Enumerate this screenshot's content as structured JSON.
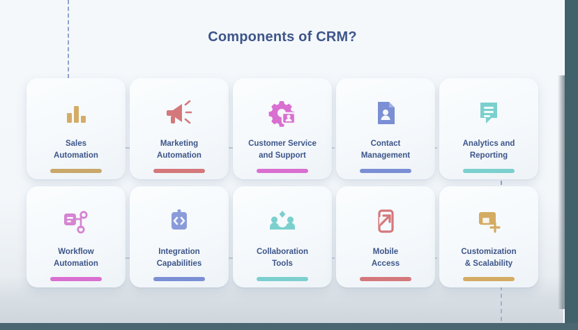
{
  "page": {
    "title": "Components of CRM?",
    "background_color": "#f4f8fb",
    "title_color": "#3d5589",
    "right_strip_color": "#41616b",
    "bottom_bar_color": "#4a6671",
    "connector_color": "#8d9ecd"
  },
  "cards": [
    {
      "id": "sales-automation",
      "label": "Sales\nAutomation",
      "icon": "bar-chart-icon",
      "color": "#c9a86a",
      "accent_color": "#c9a86a"
    },
    {
      "id": "marketing-automation",
      "label": "Marketing\nAutomation",
      "icon": "megaphone-icon",
      "color": "#d4787c",
      "accent_color": "#d4787c"
    },
    {
      "id": "customer-service-and-support",
      "label": "Customer Service\nand Support",
      "icon": "gear-contact-icon",
      "color": "#d96fd0",
      "accent_color": "#d96fd0"
    },
    {
      "id": "contact-management",
      "label": "Contact\nManagement",
      "icon": "contact-card-icon",
      "color": "#7b8fd4",
      "accent_color": "#7b8fd4"
    },
    {
      "id": "analytics-and-reporting",
      "label": "Analytics and\nReporting",
      "icon": "report-document-icon",
      "color": "#7bd0ce",
      "accent_color": "#7bd0ce"
    },
    {
      "id": "workflow-automation",
      "label": "Workflow\nAutomation",
      "icon": "workflow-icon",
      "color": "#d96fd0",
      "accent_color": "#d96fd0"
    },
    {
      "id": "integration-capabilities",
      "label": "Integration\nCapabilities",
      "icon": "code-brackets-icon",
      "color": "#7b8fd4",
      "accent_color": "#7b8fd4"
    },
    {
      "id": "collaboration-tools",
      "label": "Collaboration\nTools",
      "icon": "people-group-icon",
      "color": "#7bd0ce",
      "accent_color": "#7bd0ce"
    },
    {
      "id": "mobile-access",
      "label": "Mobile\nAccess",
      "icon": "mobile-arrow-icon",
      "color": "#d4787c",
      "accent_color": "#d4787c"
    },
    {
      "id": "customization-and-scalability",
      "label": "Customization\n& Scalability",
      "icon": "windows-plus-icon",
      "color": "#d4ab62",
      "accent_color": "#d4ab62"
    }
  ]
}
